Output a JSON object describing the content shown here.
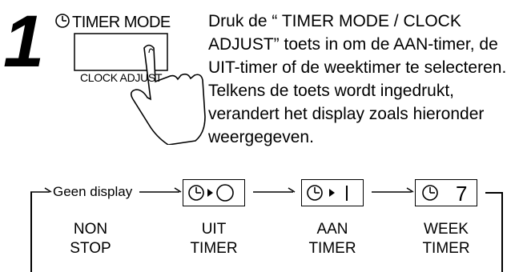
{
  "step": {
    "number": "1"
  },
  "button": {
    "top_label": "TIMER MODE",
    "bottom_label": "CLOCK ADJUST"
  },
  "instructions": {
    "line1": "Druk de “ TIMER MODE / CLOCK ADJUST” toets in om de AAN-timer, de UIT-timer of de weektimer te selecteren.",
    "line2": "Telkens de toets wordt ingedrukt, verandert het display zoals hieronder weergegeven."
  },
  "flow": {
    "start_text": "Geen display",
    "modes": [
      {
        "top": "NON",
        "bottom": "STOP"
      },
      {
        "top": "UIT",
        "bottom": "TIMER"
      },
      {
        "top": "AAN",
        "bottom": "TIMER"
      },
      {
        "top": "WEEK",
        "bottom": "TIMER"
      }
    ],
    "week_display_number": "7"
  }
}
